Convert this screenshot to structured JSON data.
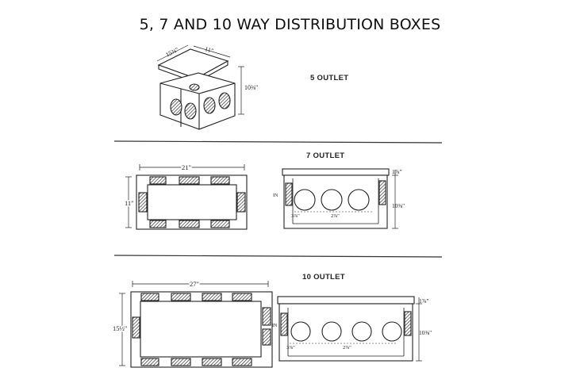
{
  "title": "5, 7 AND 10 WAY DISTRIBUTION BOXES",
  "sections": {
    "five": {
      "label": "5 OUTLET",
      "dims": {
        "top_width": "15¾\"",
        "top_depth": "11\"",
        "height": "10⅜\""
      }
    },
    "seven": {
      "label": "7 OUTLET",
      "plan": {
        "width": "21\"",
        "depth": "11\""
      },
      "elevation": {
        "lid": "1⅞\"",
        "height": "10⅜\"",
        "inlet": "IN",
        "offset": "3⅞\"",
        "spacing": "2⅞\""
      }
    },
    "ten": {
      "label": "10 OUTLET",
      "plan": {
        "width": "27\"",
        "depth": "15½\""
      },
      "elevation": {
        "lid": "1⅞\"",
        "height": "10⅜\"",
        "inlet": "IN",
        "offset": "3⅞\"",
        "spacing": "2⅞\""
      }
    }
  }
}
